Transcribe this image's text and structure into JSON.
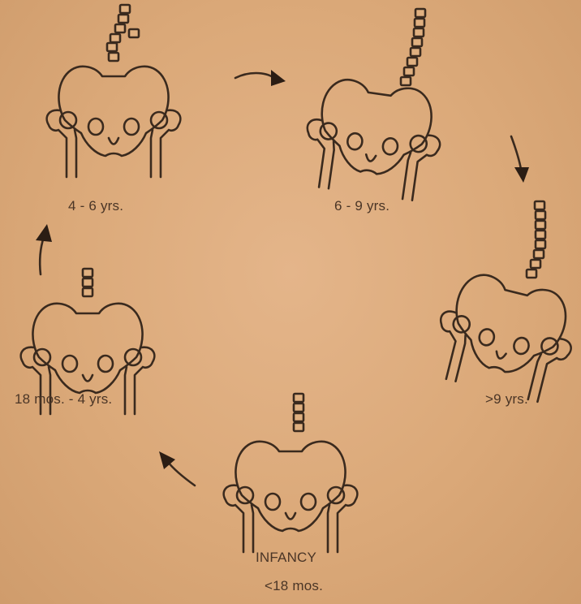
{
  "stages": [
    {
      "id": "infancy",
      "label": "INFANCY",
      "sublabel": "<18 mos."
    },
    {
      "id": "toddler",
      "label": "18 mos. - 4 yrs."
    },
    {
      "id": "early-child",
      "label": "4 - 6 yrs."
    },
    {
      "id": "mid-child",
      "label": "6 - 9 yrs."
    },
    {
      "id": "older-child",
      "label": ">9 yrs."
    }
  ],
  "colors": {
    "ink": "#3a2a1e",
    "paper": "#dba979",
    "arrow": "#2b1d14"
  }
}
